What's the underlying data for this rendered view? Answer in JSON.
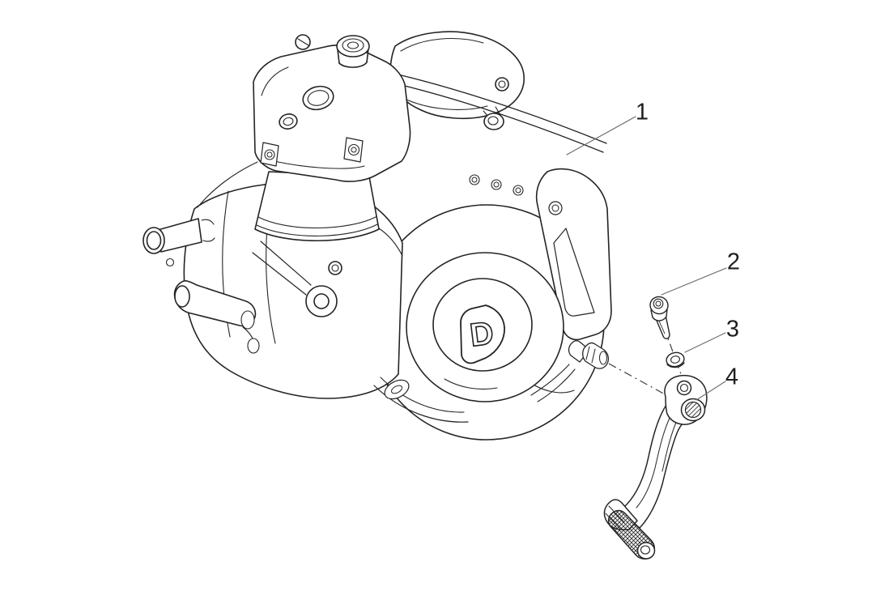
{
  "diagram": {
    "background_color": "#ffffff",
    "line_color": "#242424",
    "leader_line_color": "#6e6e6e",
    "logo_letter": "D",
    "callouts": [
      {
        "label": "1"
      },
      {
        "label": "2"
      },
      {
        "label": "3"
      },
      {
        "label": "4"
      }
    ]
  }
}
